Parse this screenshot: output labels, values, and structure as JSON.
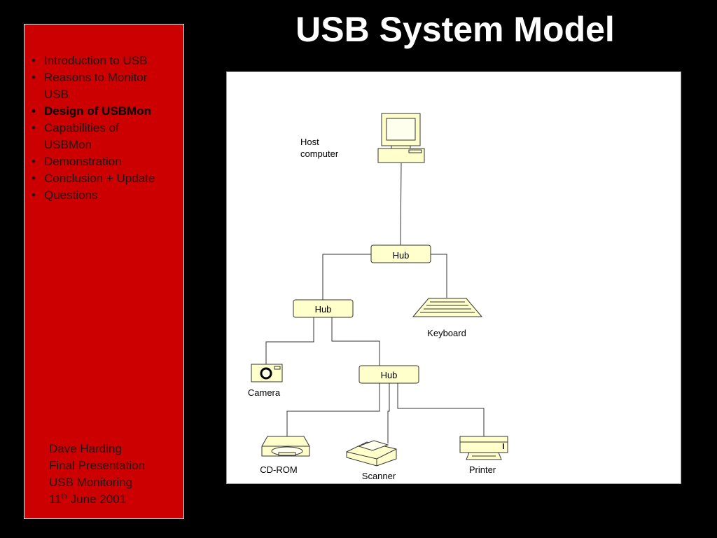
{
  "title": "USB System Model",
  "sidebar": {
    "items": [
      {
        "lines": [
          "Introduction to USB"
        ],
        "active": false
      },
      {
        "lines": [
          "Reasons to Monitor",
          "USB"
        ],
        "active": false
      },
      {
        "lines": [
          "Design of USBMon"
        ],
        "active": true
      },
      {
        "lines": [
          "Capabilities of",
          "USBMon"
        ],
        "active": false
      },
      {
        "lines": [
          "Demonstration"
        ],
        "active": false
      },
      {
        "lines": [
          "Conclusion + Update"
        ],
        "active": false
      },
      {
        "lines": [
          "Questions"
        ],
        "active": false
      }
    ],
    "bullet": "•",
    "footer": {
      "author": "Dave Harding",
      "event": "Final Presentation",
      "topic": "USB Monitoring",
      "date_day": "11",
      "date_suffix": "th",
      "date_rest": " June 2001"
    }
  },
  "diagram": {
    "host_label_line1": "Host",
    "host_label_line2": "computer",
    "hub_label": "Hub",
    "keyboard_label": "Keyboard",
    "camera_label": "Camera",
    "cdrom_label": "CD-ROM",
    "scanner_label": "Scanner",
    "printer_label": "Printer"
  },
  "colors": {
    "background": "#000000",
    "sidebar": "#cc0000",
    "device_fill": "#ffffcc"
  }
}
